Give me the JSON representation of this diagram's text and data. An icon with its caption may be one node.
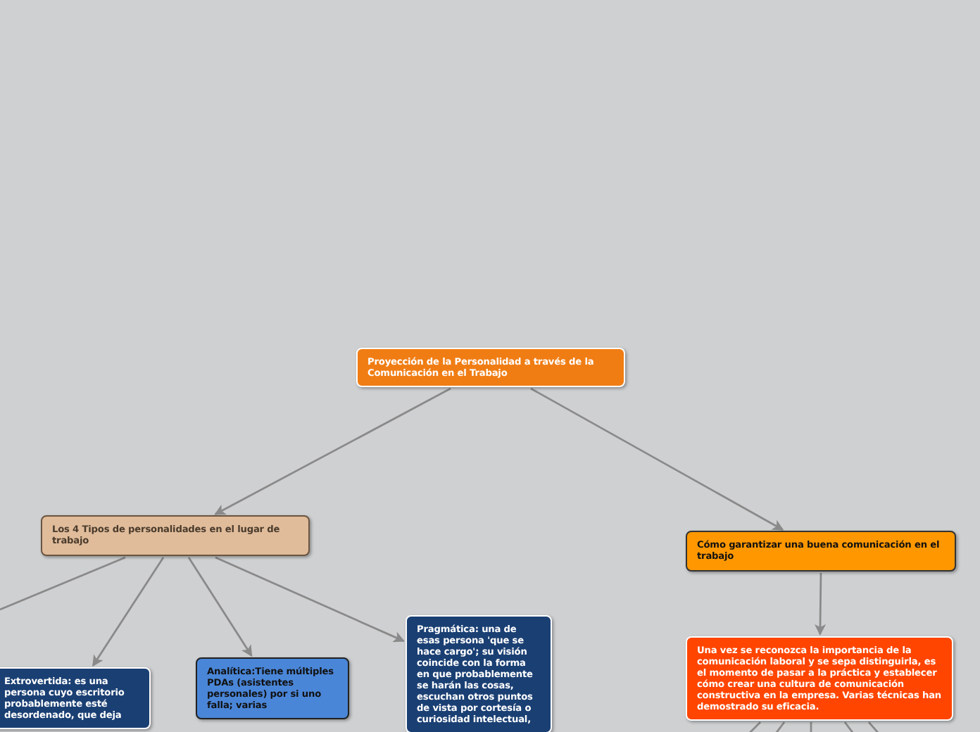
{
  "diagram": {
    "nodes": [
      {
        "text": [
          "Proyección de la Personalidad a través de la Comunicación en el Trabajo"
        ]
      },
      {
        "text": [
          "Los 4 Tipos de personalidades en el lugar de trabajo"
        ]
      },
      {
        "text": [
          "Cómo garantizar una buena comunicación en el trabajo"
        ]
      },
      {
        "text": [
          "Una vez se reconozca la importancia de la comunicación laboral y se sepa distinguirla, es el momento de pasar a la práctica y establecer cómo crear una cultura de comunicación constructiva en la empresa. Varias técnicas han demostrado su eficacia."
        ]
      },
      {
        "text": [
          "Extrovertida: es una persona cuyo escritorio probablemente esté desordenado, que deja"
        ]
      },
      {
        "text": [
          "Analítica:Tiene múltiples PDAs (asistentes personales) por si uno falla; varias"
        ]
      },
      {
        "text": [
          "Pragmática: una de esas persona 'que se hace cargo'; su visión coincide con la forma en que probablemente se harán las cosas, escuchan otros puntos de vista por cortesía o curiosidad intelectual,"
        ]
      }
    ],
    "edges": [
      {
        "from": 0,
        "to": 1,
        "arrow": "to"
      },
      {
        "from": 0,
        "to": 2,
        "arrow": "to"
      },
      {
        "from": 1,
        "to": null,
        "arrow": "none"
      },
      {
        "from": 1,
        "to": 4,
        "arrow": "to"
      },
      {
        "from": 1,
        "to": 5,
        "arrow": "to"
      },
      {
        "from": 1,
        "to": 6,
        "arrow": "to"
      },
      {
        "from": 2,
        "to": 3,
        "arrow": "to"
      },
      {
        "from": 3,
        "to": null,
        "arrow": "none"
      },
      {
        "from": 3,
        "to": null,
        "arrow": "none"
      },
      {
        "from": 3,
        "to": null,
        "arrow": "none"
      },
      {
        "from": 3,
        "to": null,
        "arrow": "none"
      },
      {
        "from": 3,
        "to": null,
        "arrow": "none"
      }
    ]
  }
}
